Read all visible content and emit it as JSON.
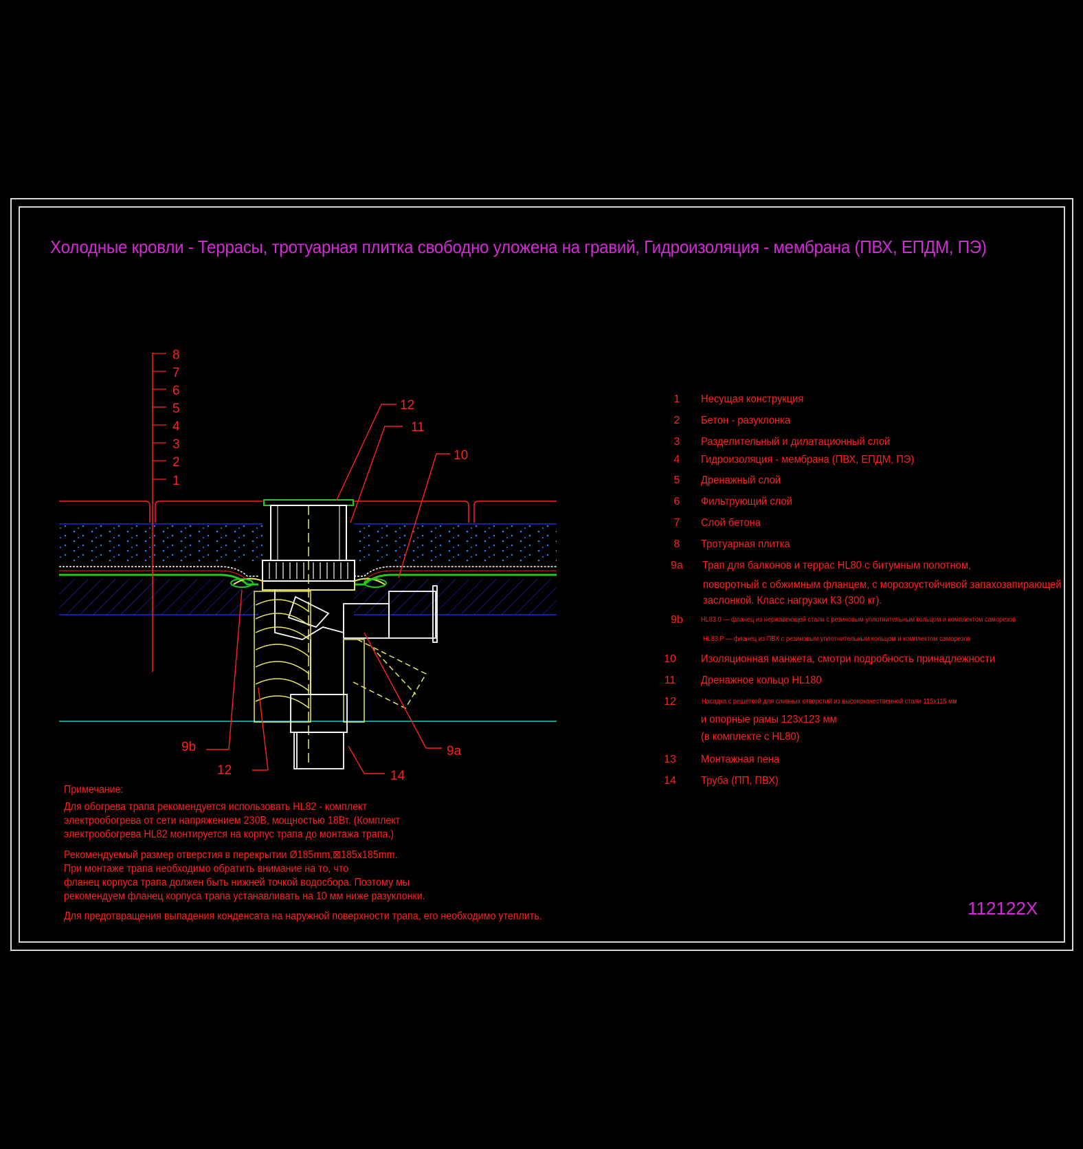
{
  "title": "Холодные кровли - Террасы, тротуарная плитка свободно уложена на гравий, Гидроизоляция - мембрана (ПВХ, ЕПДМ, ПЭ)",
  "drawing_code": "112122X",
  "layer_numbers": [
    "8",
    "7",
    "6",
    "5",
    "4",
    "3",
    "2",
    "1"
  ],
  "callouts": {
    "c12_top": "12",
    "c11": "11",
    "c10": "10",
    "c9b": "9b",
    "c12_bottom": "12",
    "c14": "14",
    "c9a": "9a"
  },
  "legend": [
    {
      "num": "1",
      "text": "Несущая конструкция"
    },
    {
      "num": "2",
      "text": "Бетон - разуклонка"
    },
    {
      "num": "3",
      "text": "Разделительный и дилатационный слой"
    },
    {
      "num": "4",
      "text": "Гидроизоляция - мембрана (ПВХ, ЕПДМ, ПЭ)"
    },
    {
      "num": "5",
      "text": "Дренажный слой"
    },
    {
      "num": "6",
      "text": "Фильтрующий слой"
    },
    {
      "num": "7",
      "text": "Слой бетона"
    },
    {
      "num": "8",
      "text": "Тротуарная плитка"
    },
    {
      "num": "9a",
      "text": "Трап для балконов и террас HL80 с битумным полотном,",
      "cont": [
        "поворотный с обжимным фланцем, с морозоустойчивой запахозапирающей",
        "заслонкой. Класс нагрузки К3 (300 кг)."
      ]
    },
    {
      "num": "9b",
      "text": "HL83.0 — фланец из нержавеющей стали с резиновым уплотнительным кольцом и комплектом саморезов",
      "cont": [
        "HL83.P — фланец из ПВХ с резиновым уплотнительным кольцом и комплектом саморезов"
      ]
    },
    {
      "num": "10",
      "text": "Изоляционная  манжета, смотри подробность принадлежности"
    },
    {
      "num": "11",
      "text": "Дренажное кольцо HL180"
    },
    {
      "num": "12",
      "text": "Насадка с решеткой для сливных отверстий из высококачественной стали 115х115 мм",
      "cont": [
        "и опорные рамы 123х123 мм",
        "(в комплекте с HL80)"
      ]
    },
    {
      "num": "13",
      "text": "Монтажная пена"
    },
    {
      "num": "14",
      "text": "Труба (ПП, ПВХ)"
    }
  ],
  "notes": {
    "heading": "Примечание:",
    "p1": [
      "Для обогрева трапа рекомендуется использовать HL82 - комплект",
      "электрообогрева от сети напряжением 230В, мощностью 18Вт. (Комплект",
      "электрообогрева HL82 монтируется на корпус трапа до монтажа трапа.)"
    ],
    "p2": [
      "Рекомендуемый размер отверстия в перекрытии Ø185mm,⊠185x185mm.",
      "При монтаже трапа необходимо обратить внимание на то, что",
      "фланец корпуса трапа должен быть нижней точкой водосбора. Поэтому мы",
      "рекомендуем фланец корпуса трапа устанавливать на 10 мм ниже разуклонки."
    ],
    "p3": "Для предотвращения выпадения конденсата на наружной поверхности трапа, его необходимо утеплить."
  },
  "colors": {
    "background": "#000000",
    "frame": "#d8d8d8",
    "title": "#d42ad8",
    "labels": "#ff2020",
    "concrete_layer": "#1a2bd8",
    "membrane": "#20c820",
    "insulation": "#e8e860",
    "pipe": "#ffffff",
    "base_line": "#20c8c8"
  }
}
